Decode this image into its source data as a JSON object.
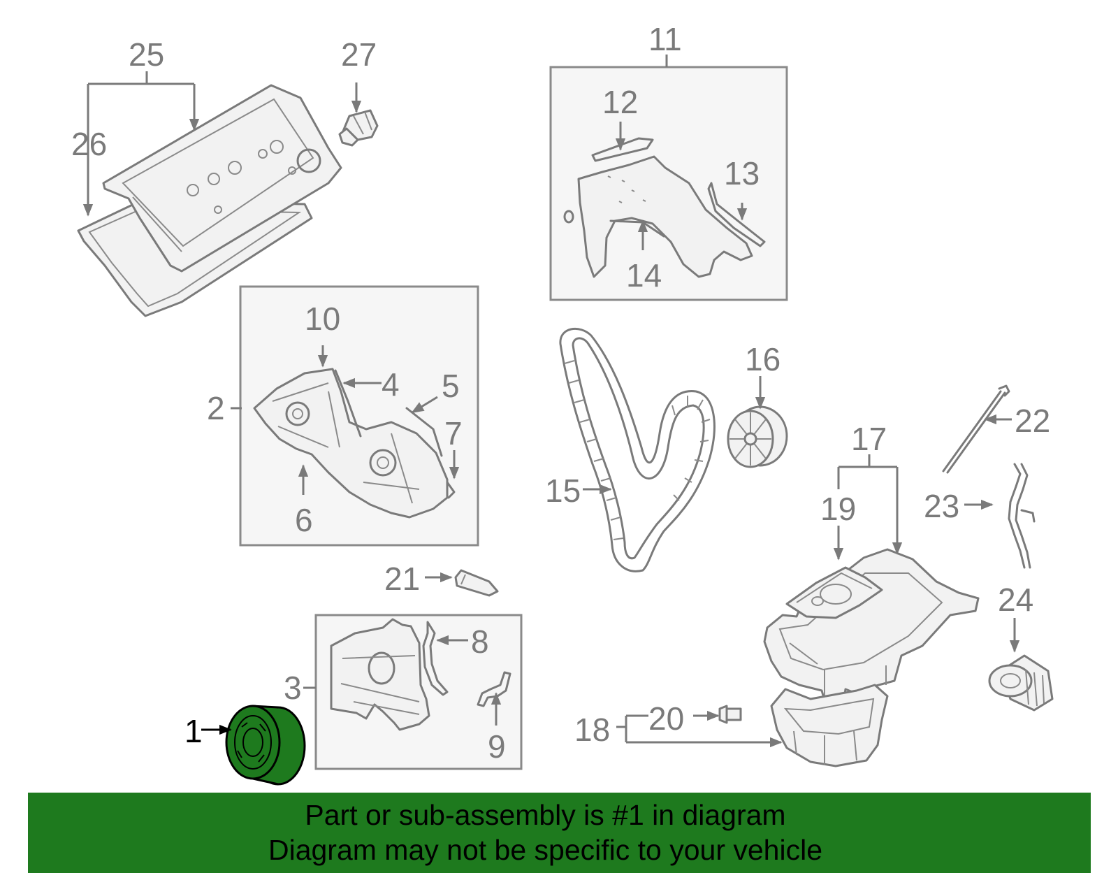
{
  "diagram": {
    "highlighted_part": "1",
    "colors": {
      "highlight": "#1e7a1e",
      "line": "#7a7a7a",
      "box_fill": "#f6f6f6"
    },
    "callouts": [
      "1",
      "2",
      "3",
      "4",
      "5",
      "6",
      "7",
      "8",
      "9",
      "10",
      "11",
      "12",
      "13",
      "14",
      "15",
      "16",
      "17",
      "18",
      "19",
      "20",
      "21",
      "22",
      "23",
      "24",
      "25",
      "26",
      "27"
    ]
  },
  "banner": {
    "line1": "Part or sub-assembly is #1 in diagram",
    "line2": "Diagram may not be specific to your vehicle",
    "color": "#1e7a1e"
  }
}
